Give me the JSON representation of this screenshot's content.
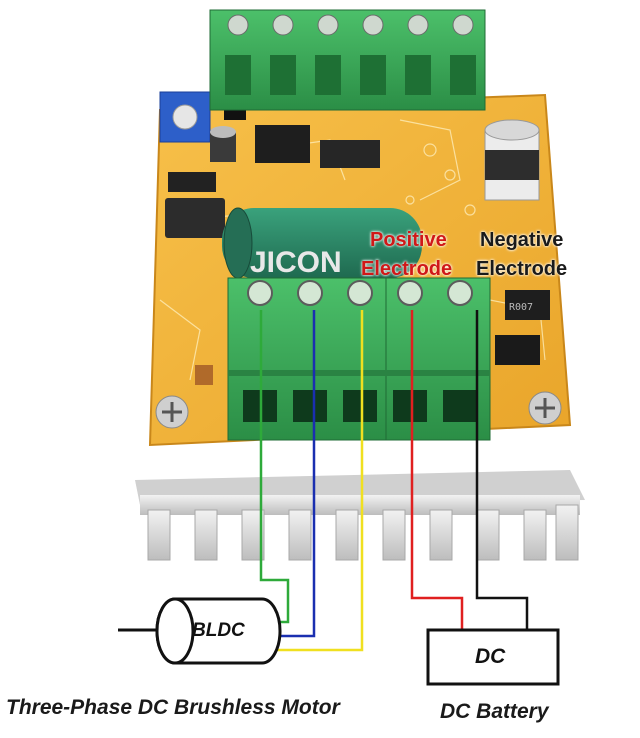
{
  "labels": {
    "positive_line1": "Positive",
    "positive_line2": "Electrode",
    "negative_line1": "Negative",
    "negative_line2": "Electrode",
    "capacitor_brand": "JICON",
    "motor_box": "BLDC",
    "battery_box": "DC",
    "motor_caption": "Three-Phase DC Brushless Motor",
    "battery_caption": "DC Battery",
    "chip_marking": "R007"
  },
  "colors": {
    "pcb": "#f2b233",
    "terminal_green": "#3aa655",
    "heatsink": "#d9d9d9",
    "wire_green": "#2eaa3a",
    "wire_blue": "#1a2fb0",
    "wire_yellow": "#f0e020",
    "wire_red": "#e02020",
    "wire_black": "#111111",
    "capacitor_teal": "#2e8a6a"
  }
}
